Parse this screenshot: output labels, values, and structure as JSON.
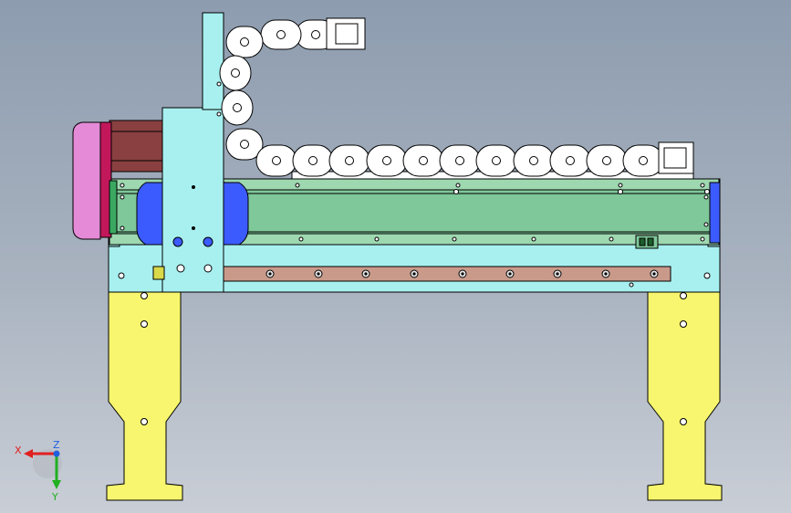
{
  "viewport": {
    "background_top": "#8d9caf",
    "background_bottom": "#c9ced6"
  },
  "model": {
    "view": "front",
    "colors": {
      "legs": "#f7f66e",
      "frame": "#a8f0f0",
      "rail": "#7fc89a",
      "rack": "#c99a8a",
      "motor_housing": "#e48ad6",
      "motor_flange": "#c2185b",
      "motor_body": "#8a4040",
      "carriage_plate": "#a8f0f0",
      "blocks": "#3b5bff",
      "cable_chain": "#ffffff",
      "outline": "#000000"
    }
  },
  "triad": {
    "x_label": "X",
    "y_label": "Y",
    "z_label": "Z",
    "x_color": "#e02020",
    "y_color": "#20b020",
    "z_color": "#2060e0"
  }
}
